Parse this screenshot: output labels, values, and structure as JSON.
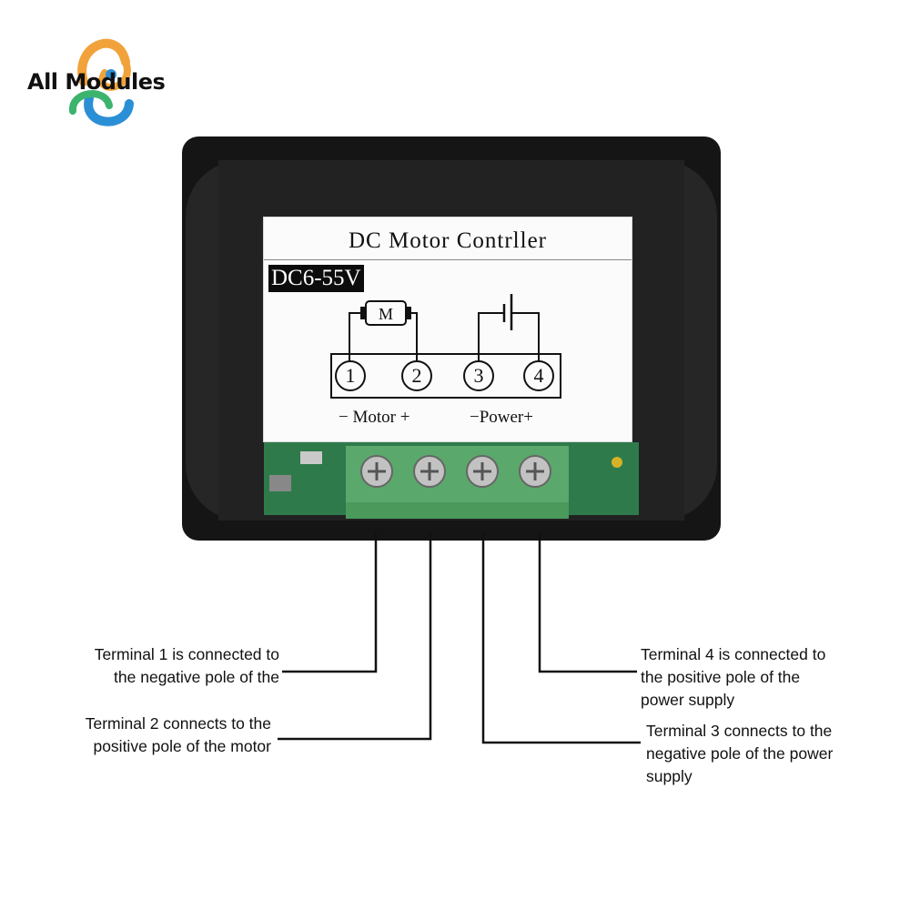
{
  "brand": {
    "name": "All Modules"
  },
  "device": {
    "label_title": "DC Motor Contrller",
    "voltage": "DC6-55V",
    "motor_symbol": "M",
    "terminals": [
      "1",
      "2",
      "3",
      "4"
    ],
    "motor_group_label": "− Motor +",
    "power_group_label": "−Power+"
  },
  "callouts": [
    {
      "id": "terminal-1",
      "lines": [
        "Terminal 1 is connected to",
        "the negative pole of the"
      ]
    },
    {
      "id": "terminal-2",
      "lines": [
        "Terminal 2 connects to the",
        "positive pole of the motor"
      ]
    },
    {
      "id": "terminal-4",
      "lines": [
        "Terminal 4 is connected to",
        "the positive pole of the",
        "power supply"
      ]
    },
    {
      "id": "terminal-3",
      "lines": [
        "Terminal 3 connects to the",
        "negative pole of the power",
        "supply"
      ]
    }
  ],
  "colors": {
    "housing": "#1e1e1e",
    "terminal_block": "#5aa86b",
    "pcb": "#2f7a4b",
    "logo_orange": "#f2a23a",
    "logo_blue": "#2b8fd6",
    "logo_green": "#3cb46e"
  }
}
